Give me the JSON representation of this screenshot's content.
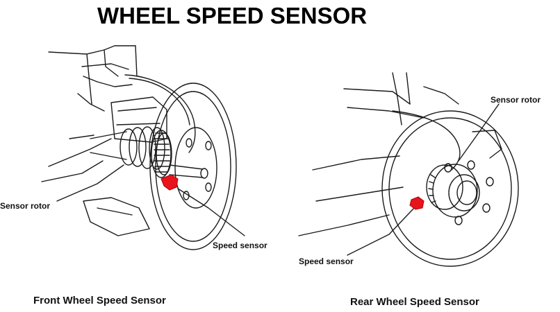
{
  "title": "WHEEL SPEED SENSOR",
  "front": {
    "label_sensor_rotor": "Sensor rotor",
    "label_speed_sensor": "Speed sensor",
    "caption": "Front Wheel Speed Sensor"
  },
  "rear": {
    "label_sensor_rotor": "Sensor rotor",
    "label_speed_sensor": "Speed sensor",
    "caption": "Rear Wheel Speed Sensor"
  },
  "colors": {
    "sensor_highlight": "#e8141c",
    "line": "#1a1a1a",
    "background": "#ffffff"
  }
}
